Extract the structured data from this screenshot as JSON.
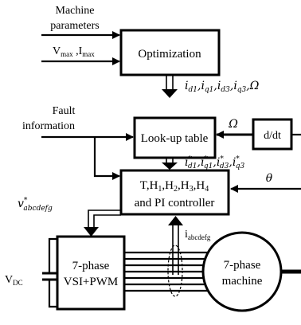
{
  "diagram": {
    "inputs": {
      "machine_parameters_line1": "Machine",
      "machine_parameters_line2": "parameters",
      "limits": "V",
      "limits_vsub": "max",
      "limits_sep": " ,I",
      "limits_isub": "max",
      "fault_line1": "Fault",
      "fault_line2": "information"
    },
    "blocks": {
      "optimization": "Optimization",
      "lookup": "Look-up table",
      "derivative": "d/dt",
      "controller_line1": "T,H",
      "controller_line2": "and PI controller",
      "vsi_line1": "7-phase",
      "vsi_line2": "VSI+PWM",
      "machine_line1": "7-phase",
      "machine_line2": "machine"
    },
    "signals": {
      "currents_opt": "i",
      "omega": "Ω",
      "theta": "θ",
      "v_ref": "v",
      "v_ref_sub": "abcdefg",
      "i_meas": "i",
      "i_meas_sub": "abcdefg",
      "vdc": "V",
      "vdc_sub": "DC",
      "star": "*",
      "sub_d1": "d1",
      "sub_q1": "q1",
      "sub_d3": "d3",
      "sub_q3": "q3",
      "comma": ",",
      "h1": "1",
      "h2": "2",
      "h3": "3",
      "h4": "4"
    }
  }
}
